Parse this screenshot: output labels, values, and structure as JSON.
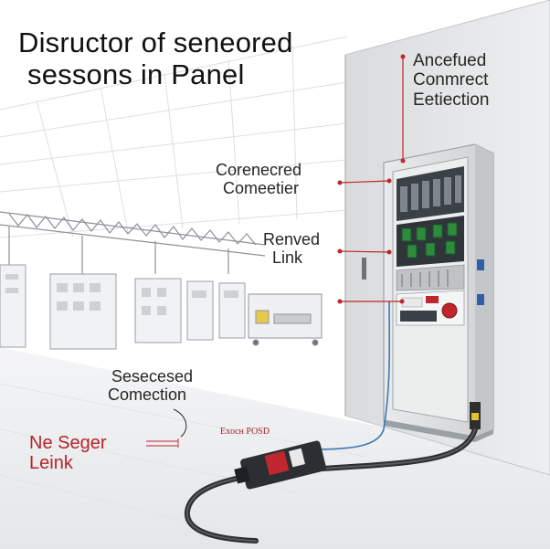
{
  "title": {
    "line1": "Disructor of seneored",
    "line2": "sessons in Panel"
  },
  "callouts": {
    "top_right": {
      "line1": "Ancefued",
      "line2": "Conmrect",
      "line3": "Eetiection"
    },
    "corenecred": {
      "line1": "Corenecred",
      "line2": "Comeetier"
    },
    "renved": {
      "line1": "Renved",
      "line2": "Link"
    },
    "sesecesed": {
      "line1": "Sesecesed",
      "line2": "Comection"
    },
    "exoch_posd": "Exocн POSD",
    "ne_seger": {
      "line1": "Ne Seger",
      "line2": "Leink"
    }
  },
  "colors": {
    "accent_red": "#c0262d",
    "label_red": "#b5252a",
    "cable_blue": "#3a78b8",
    "cable_dark": "#2e2e2e",
    "module_green": "#2e8b3e"
  }
}
